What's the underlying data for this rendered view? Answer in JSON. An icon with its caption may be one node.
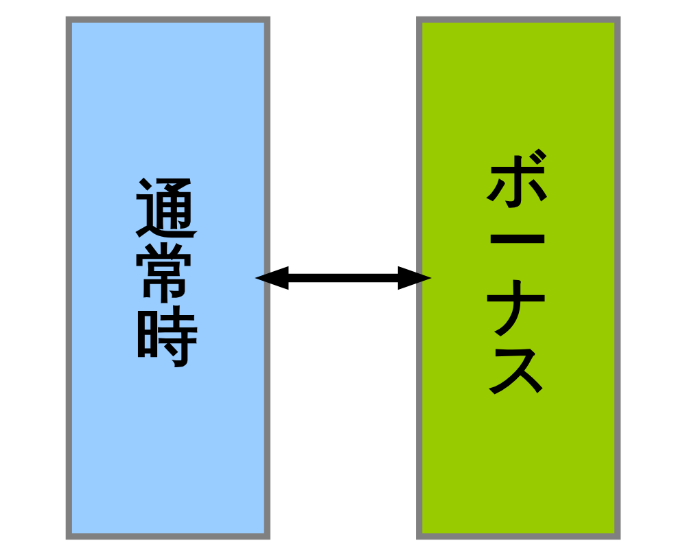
{
  "diagram": {
    "nodes": [
      {
        "text": [
          "通常時"
        ]
      },
      {
        "text": [
          "ボーナス"
        ]
      }
    ],
    "edges": [
      {
        "from": 0,
        "to": 1,
        "arrow": "both"
      }
    ]
  }
}
